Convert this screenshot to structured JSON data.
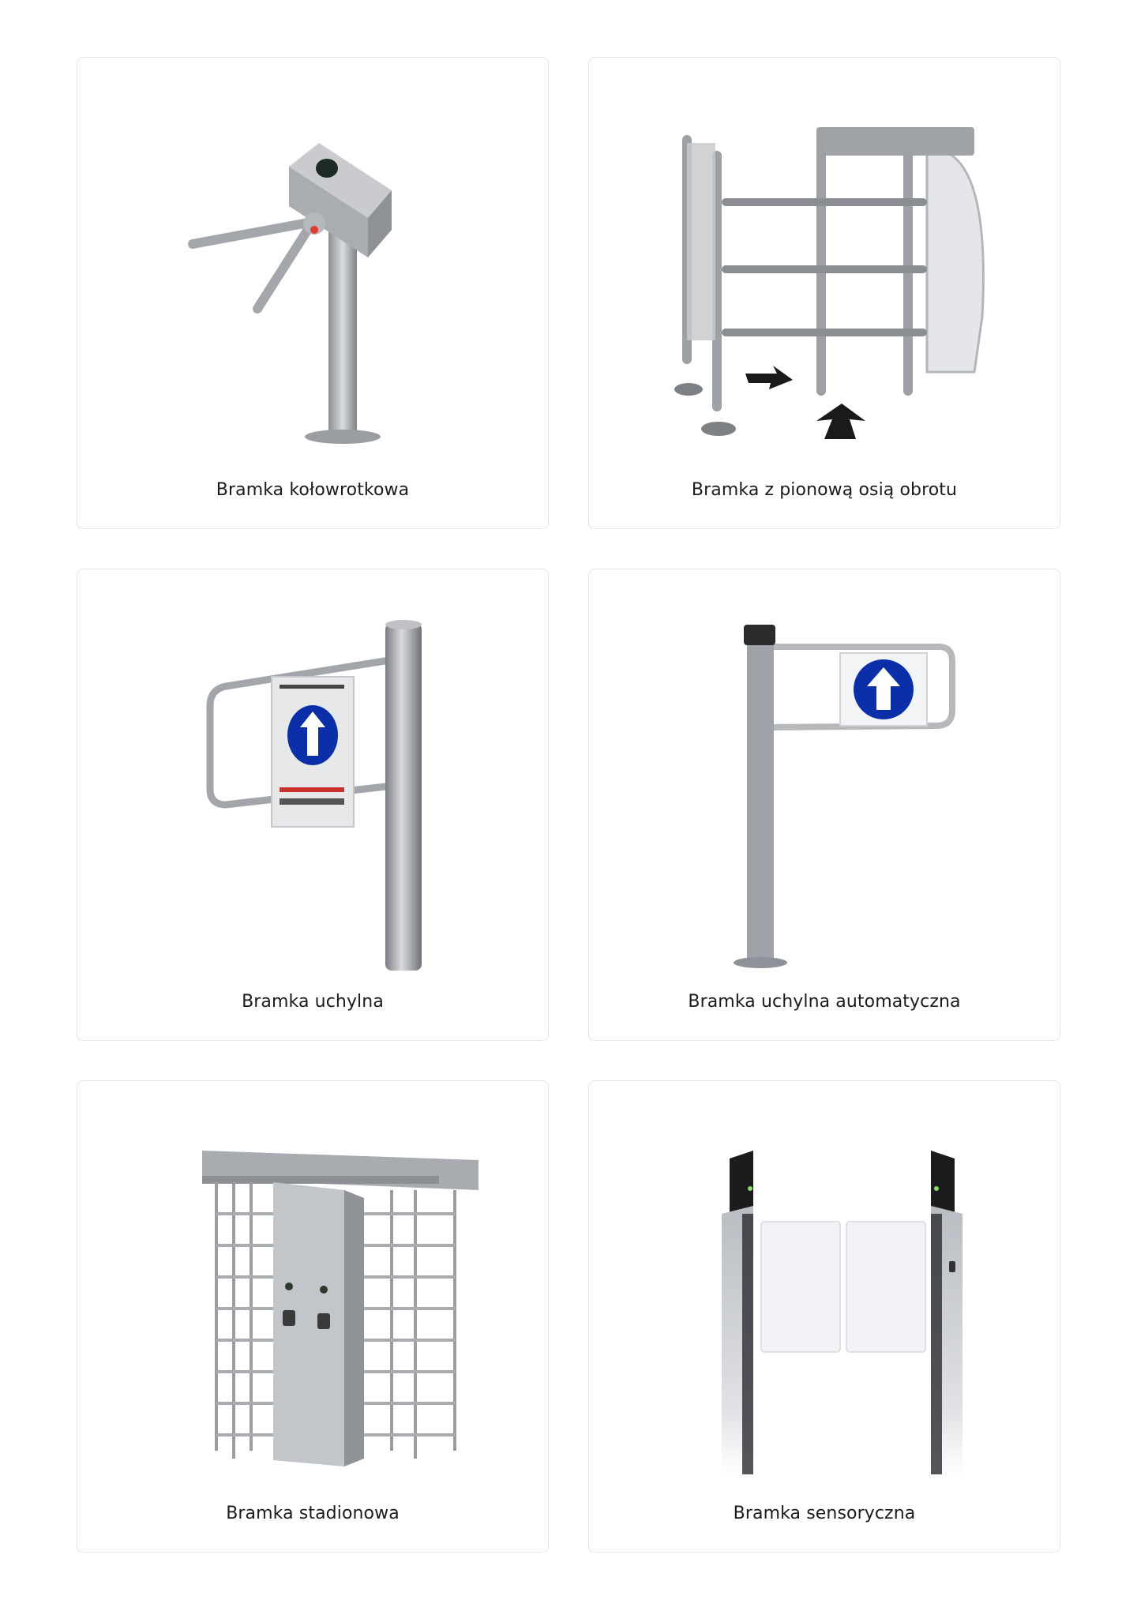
{
  "products": [
    {
      "label": "Bramka kołowrotkowa",
      "icon": "tripod-turnstile-icon"
    },
    {
      "label": "Bramka z pionową osią obrotu",
      "icon": "half-height-turnstile-icon"
    },
    {
      "label": "Bramka uchylna",
      "icon": "swing-gate-icon"
    },
    {
      "label": "Bramka uchylna automatyczna",
      "icon": "automatic-swing-gate-icon"
    },
    {
      "label": "Bramka stadionowa",
      "icon": "full-height-turnstile-icon"
    },
    {
      "label": "Bramka sensoryczna",
      "icon": "speed-gate-icon"
    }
  ],
  "colors": {
    "card_border": "#e6e6ea",
    "caption_text": "#1b1b1f",
    "sign_blue": "#0a2fa8",
    "steel": "#a9acb1"
  }
}
